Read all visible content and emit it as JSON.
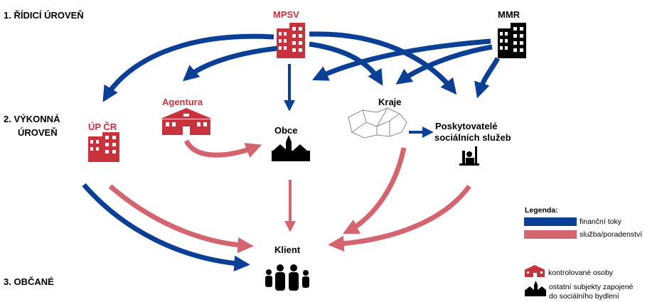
{
  "levels": {
    "l1": "1. ŘÍDICÍ ÚROVEŇ",
    "l2_line1": "2. VÝKONNÁ",
    "l2_line2": "ÚROVEŇ",
    "l3": "3. OBČANÉ"
  },
  "nodes": {
    "mpsv": "MPSV",
    "mmr": "MMR",
    "agentura": "Agentura",
    "up_cr": "ÚP ČR",
    "kraje": "Kraje",
    "obce": "Obce",
    "poskytovatele_line1": "Poskytovatelé",
    "poskytovatele_line2": "sociálních služeb",
    "klient": "Klient"
  },
  "legend": {
    "title": "Legenda:",
    "financni": "finanční toky",
    "sluzba": "služba/poradenství",
    "kontrolovane": "kontrolované osoby",
    "ostatni_line1": "ostatní subjekty zapojené",
    "ostatni_line2": "do sociálního bydlení"
  },
  "colors": {
    "financni": "#0a3f96",
    "sluzba": "#d4646e",
    "institution_red": "#c8323c",
    "black": "#000000"
  },
  "icons": [
    "office-building-icon",
    "school-building-icon",
    "town-church-icon",
    "czech-map-icon",
    "service-provider-icon",
    "family-icon"
  ]
}
